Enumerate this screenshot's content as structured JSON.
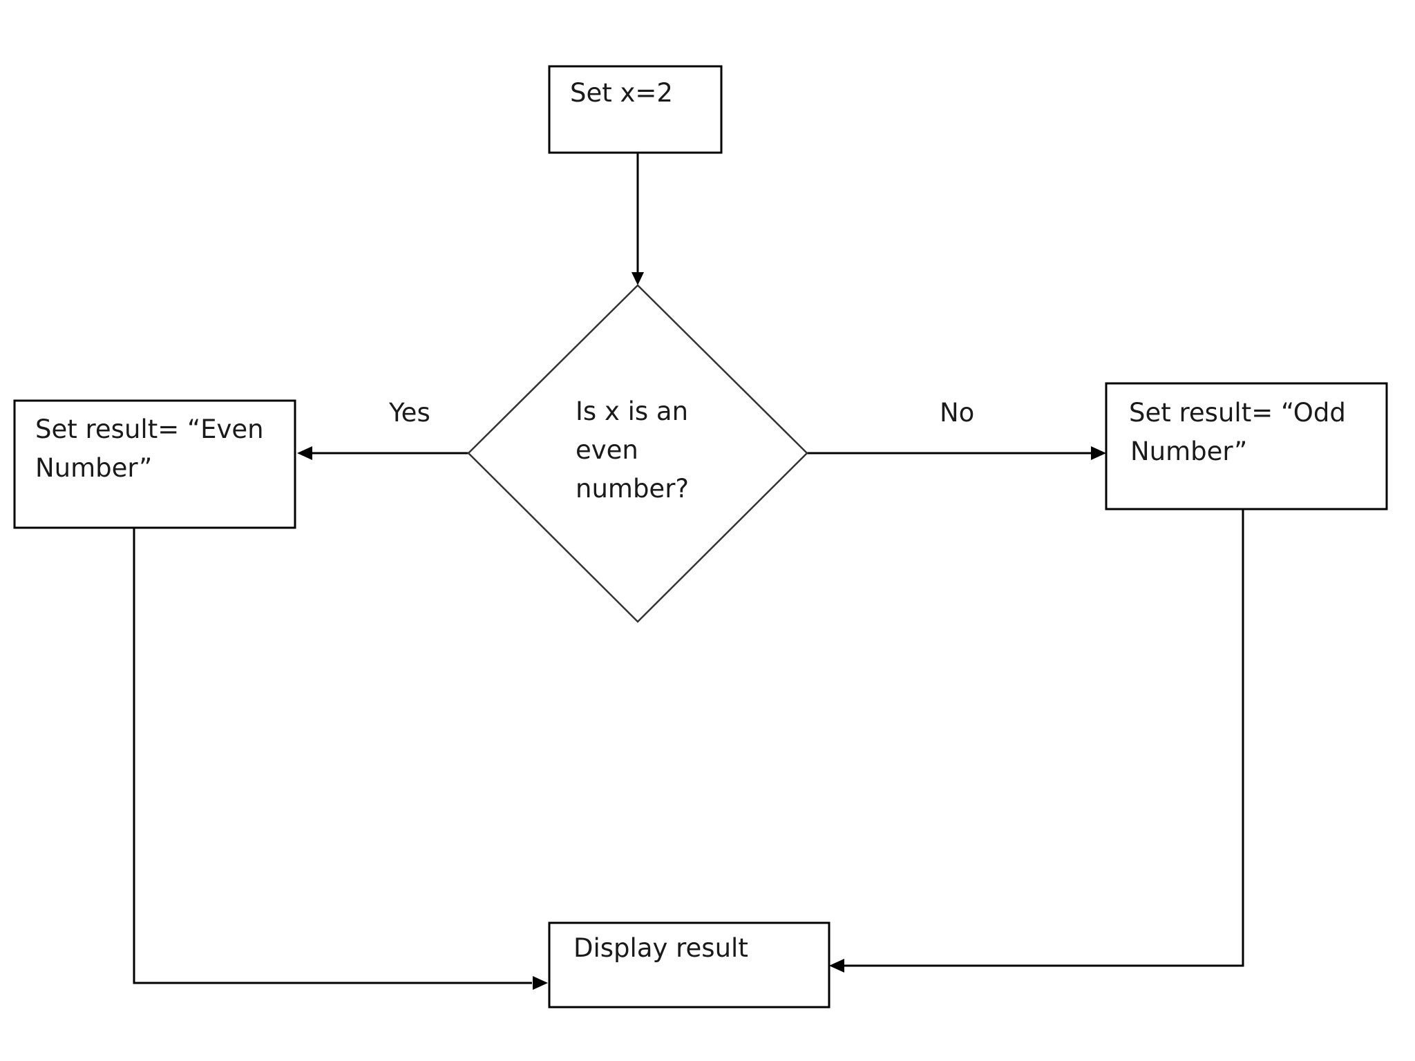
{
  "nodes": {
    "start": {
      "line1": "Set x=2"
    },
    "decision": {
      "line1": "Is x is an",
      "line2": "even",
      "line3": "number?"
    },
    "even": {
      "line1": "Set result= “Even",
      "line2": "Number”"
    },
    "odd": {
      "line1": "Set result= “Odd",
      "line2": "Number”"
    },
    "display": {
      "line1": "Display result"
    }
  },
  "edges": {
    "yes_label": "Yes",
    "no_label": "No"
  }
}
